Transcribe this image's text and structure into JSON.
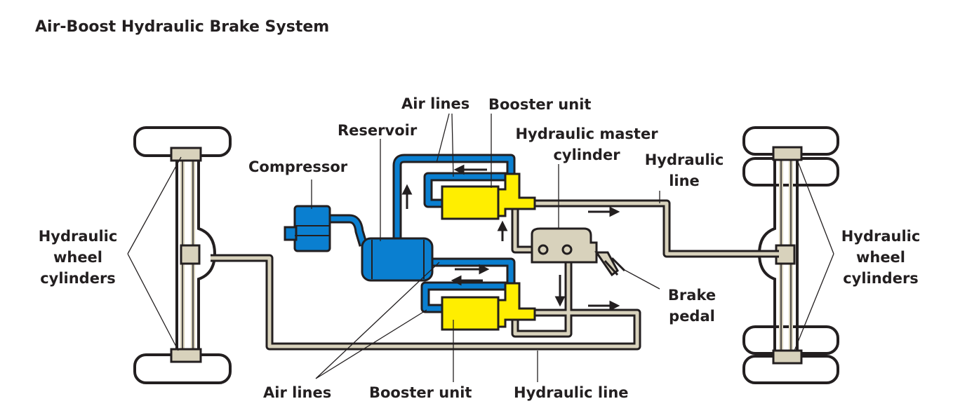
{
  "title": "Air-Boost Hydraulic Brake System",
  "colors": {
    "air": "#0a7fd0",
    "booster": "#ffee00",
    "hydraulic": "#d8d2bc",
    "outline": "#231f20"
  },
  "labels": {
    "air_lines_top": "Air lines",
    "booster_unit_top": "Booster unit",
    "reservoir": "Reservoir",
    "master_cylinder": "Hydraulic master cylinder",
    "master_line1": "Hydraulic master",
    "master_line2": "cylinder",
    "hydraulic_line_top_1": "Hydraulic",
    "hydraulic_line_top_2": "line",
    "compressor": "Compressor",
    "left_wheel_1": "Hydraulic",
    "left_wheel_2": "wheel",
    "left_wheel_3": "cylinders",
    "right_wheel_1": "Hydraulic",
    "right_wheel_2": "wheel",
    "right_wheel_3": "cylinders",
    "brake_pedal_1": "Brake",
    "brake_pedal_2": "pedal",
    "air_lines_bottom": "Air lines",
    "booster_unit_bottom": "Booster unit",
    "hydraulic_line_bottom": "Hydraulic line"
  }
}
